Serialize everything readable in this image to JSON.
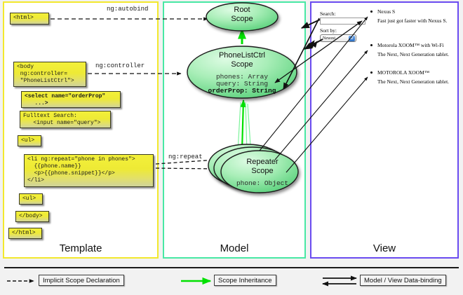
{
  "panels": [
    {
      "id": "template",
      "label": "Template",
      "border_color": "#f2e82d"
    },
    {
      "id": "model",
      "label": "Model",
      "border_color": "#48e8a4"
    },
    {
      "id": "view",
      "label": "View",
      "border_color": "#6a4bf0"
    }
  ],
  "template": {
    "boxes": [
      {
        "name": "html-open-tag",
        "text": "<html>",
        "bold": false
      },
      {
        "name": "body-controller-tag",
        "text": "<body\n ng:controller=\n \"PhoneListCtrl\">",
        "bold": false
      },
      {
        "name": "select-orderprop-tag",
        "text": "<select name=\"orderProp\"\n   ...>",
        "bold": true
      },
      {
        "name": "fulltext-search-input",
        "text": "Fulltext Search:\n   <input name=\"query\">",
        "bold": false
      },
      {
        "name": "ul-open-tag",
        "text": "<ul>",
        "bold": false
      },
      {
        "name": "li-ngrepeat-block",
        "text": "<li ng:repeat=\"phone in phones\">\n  {{phone.name}}\n  <p>{{phone.snippet}}</p>\n</li>",
        "bold": false
      },
      {
        "name": "ul-close-tag",
        "text": "<ul>",
        "bold": false
      },
      {
        "name": "body-close-tag",
        "text": "</body>",
        "bold": false
      },
      {
        "name": "html-close-tag",
        "text": "</html>",
        "bold": false
      }
    ]
  },
  "model": {
    "scopes": [
      {
        "name": "root-scope",
        "title_line1": "Root",
        "title_line2": "Scope",
        "properties": []
      },
      {
        "name": "phonelistctrl-scope",
        "title_line1": "PhoneListCtrl",
        "title_line2": "Scope",
        "properties": [
          {
            "text": "phones: Array",
            "bold": false
          },
          {
            "text": "query: String",
            "bold": false
          },
          {
            "text": "orderProp: String",
            "bold": true
          }
        ]
      },
      {
        "name": "repeater-scope",
        "title_line1": "Repeater",
        "title_line2": "Scope",
        "properties": [
          {
            "text": "phone: Object",
            "bold": false
          }
        ]
      }
    ],
    "edge_labels": [
      {
        "name": "ng-autobind-label",
        "text": "ng:autobind"
      },
      {
        "name": "ng-controller-label",
        "text": "ng:controller"
      },
      {
        "name": "ng-repeat-label",
        "text": "ng:repeat"
      }
    ]
  },
  "view": {
    "search_label": "Search:",
    "search_value": "",
    "search_placeholder": "",
    "sort_label": "Sort by:",
    "sort_selected": "Newest",
    "sort_options": [
      "Newest"
    ],
    "phones": [
      {
        "name": "Nexus S",
        "snippet": "Fast just got faster with Nexus S."
      },
      {
        "name": "Motorola XOOM™  with Wi-Fi",
        "snippet": "The Next, Next Generation tablet."
      },
      {
        "name": "MOTOROLA XOOM™",
        "snippet": "The Next, Next Generation tablet."
      }
    ]
  },
  "legend": [
    {
      "name": "legend-implicit-scope-declaration",
      "label": "Implicit Scope Declaration",
      "style": "dashed-arrow",
      "color": "#111111"
    },
    {
      "name": "legend-scope-inheritance",
      "label": "Scope Inheritance",
      "style": "solid-arrow",
      "color": "#00e800"
    },
    {
      "name": "legend-data-binding",
      "label": "Model / View Data-binding",
      "style": "double-arrow",
      "color": "#111111"
    }
  ]
}
